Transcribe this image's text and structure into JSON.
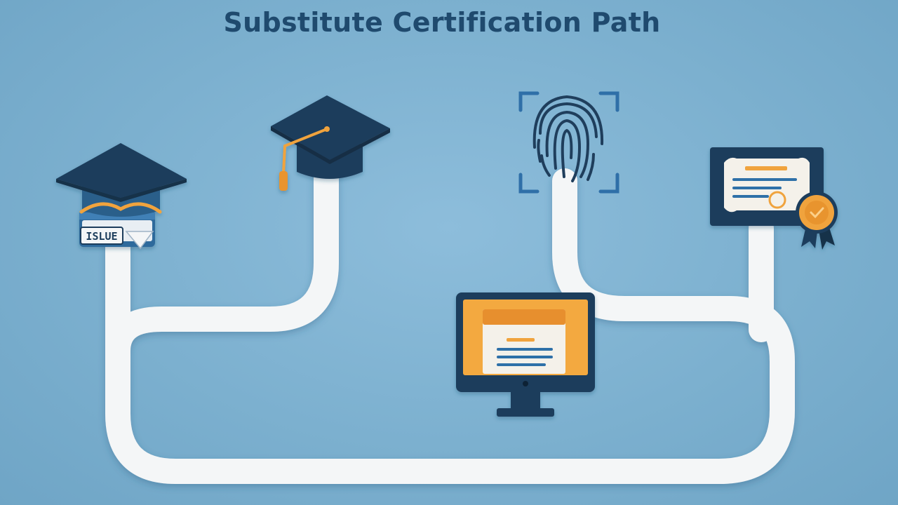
{
  "title": "Substitute Certification Path",
  "milestones": [
    {
      "id": "education",
      "icon": "graduation-cap-icon",
      "tag_text": "ISLUE"
    },
    {
      "id": "advanced-degree",
      "icon": "mortarboard-tassel-icon"
    },
    {
      "id": "online-application",
      "icon": "computer-monitor-icon"
    },
    {
      "id": "background-check",
      "icon": "fingerprint-scan-icon"
    },
    {
      "id": "certificate",
      "icon": "certificate-award-icon"
    }
  ],
  "colors": {
    "background": "#7fb1d0",
    "navy": "#1f3e5c",
    "orange": "#f0a33d",
    "path": "#f4f6f7",
    "accent_blue": "#2f6fa8"
  }
}
